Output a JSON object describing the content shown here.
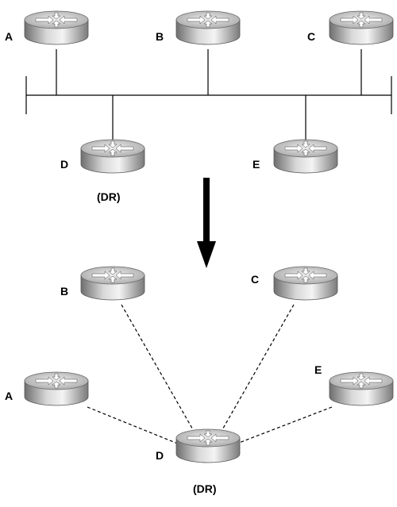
{
  "top": {
    "routers": [
      {
        "id": "A",
        "label": "A"
      },
      {
        "id": "B",
        "label": "B"
      },
      {
        "id": "C",
        "label": "C"
      },
      {
        "id": "D",
        "label": "D"
      },
      {
        "id": "E",
        "label": "E"
      }
    ],
    "dr_label": "(DR)"
  },
  "bottom": {
    "routers": [
      {
        "id": "B",
        "label": "B"
      },
      {
        "id": "C",
        "label": "C"
      },
      {
        "id": "A",
        "label": "A"
      },
      {
        "id": "E",
        "label": "E"
      },
      {
        "id": "D",
        "label": "D"
      }
    ],
    "dr_label": "(DR)",
    "adjacencies": [
      [
        "D",
        "A"
      ],
      [
        "D",
        "B"
      ],
      [
        "D",
        "C"
      ],
      [
        "D",
        "E"
      ]
    ]
  },
  "colors": {
    "router_top": "#d4d4d4",
    "router_side": "#9a9a9a",
    "line": "#000000"
  }
}
